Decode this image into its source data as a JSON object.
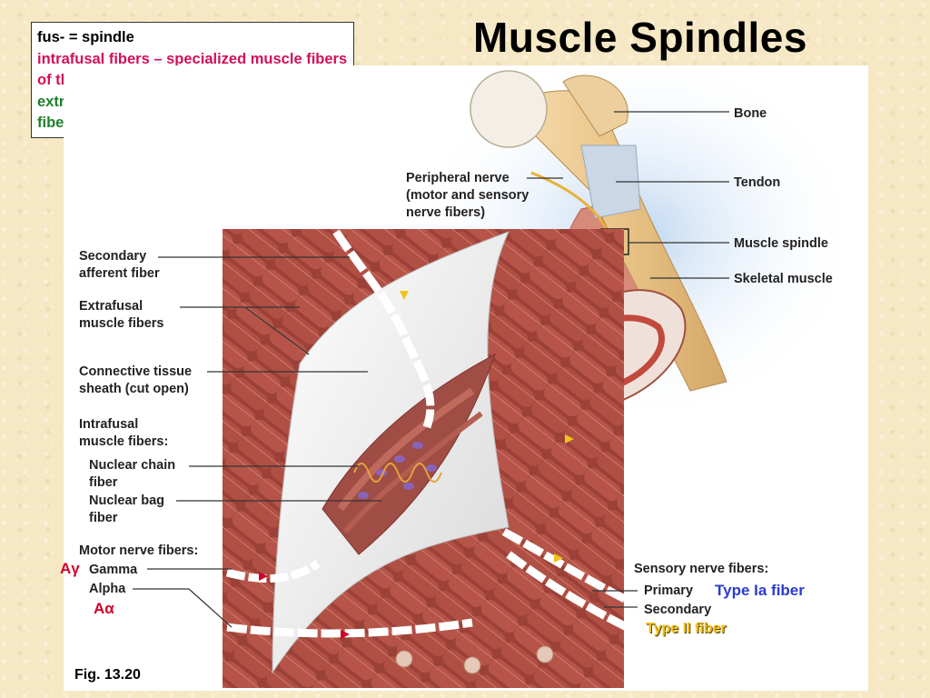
{
  "title": "Muscle Spindles",
  "definitions": {
    "line1": "fus- = spindle",
    "line2": "intrafusal fibers – specialized muscle fibers of the spindle",
    "line3": "extrafusal fibers – regular skeletal muscle fibers"
  },
  "labels": {
    "bone": "Bone",
    "tendon": "Tendon",
    "muscle_spindle": "Muscle spindle",
    "skeletal_muscle": "Skeletal muscle",
    "peripheral_nerve_1": "Peripheral nerve",
    "peripheral_nerve_2": "(motor and sensory",
    "peripheral_nerve_3": "nerve fibers)",
    "secondary_afferent_1": "Secondary",
    "secondary_afferent_2": "afferent fiber",
    "extrafusal_1": "Extrafusal",
    "extrafusal_2": "muscle fibers",
    "connective_1": "Connective tissue",
    "connective_2": "sheath (cut open)",
    "intrafusal_1": "Intrafusal",
    "intrafusal_2": "muscle fibers:",
    "nuclear_chain_1": "Nuclear chain",
    "nuclear_chain_2": "fiber",
    "nuclear_bag_1": "Nuclear bag",
    "nuclear_bag_2": "fiber",
    "motor_nerve": "Motor nerve fibers:",
    "gamma": "Gamma",
    "alpha": "Alpha",
    "sensory_nerve": "Sensory nerve fibers:",
    "primary": "Primary",
    "secondary": "Secondary"
  },
  "annotations": {
    "a_gamma": "Aγ",
    "a_alpha": "Aα",
    "type_ia": "Type Ia fiber",
    "type_ii": "Type II fiber"
  },
  "caption": "Fig. 13.20",
  "colors": {
    "pink_text": "#d0105a",
    "green_text": "#1e7f2a",
    "blue_text": "#2b3bd0",
    "red_text": "#d0002a",
    "yellow_text": "#f2c21a",
    "muscle": "#a8493f",
    "sheath": "#f2f2f2"
  }
}
